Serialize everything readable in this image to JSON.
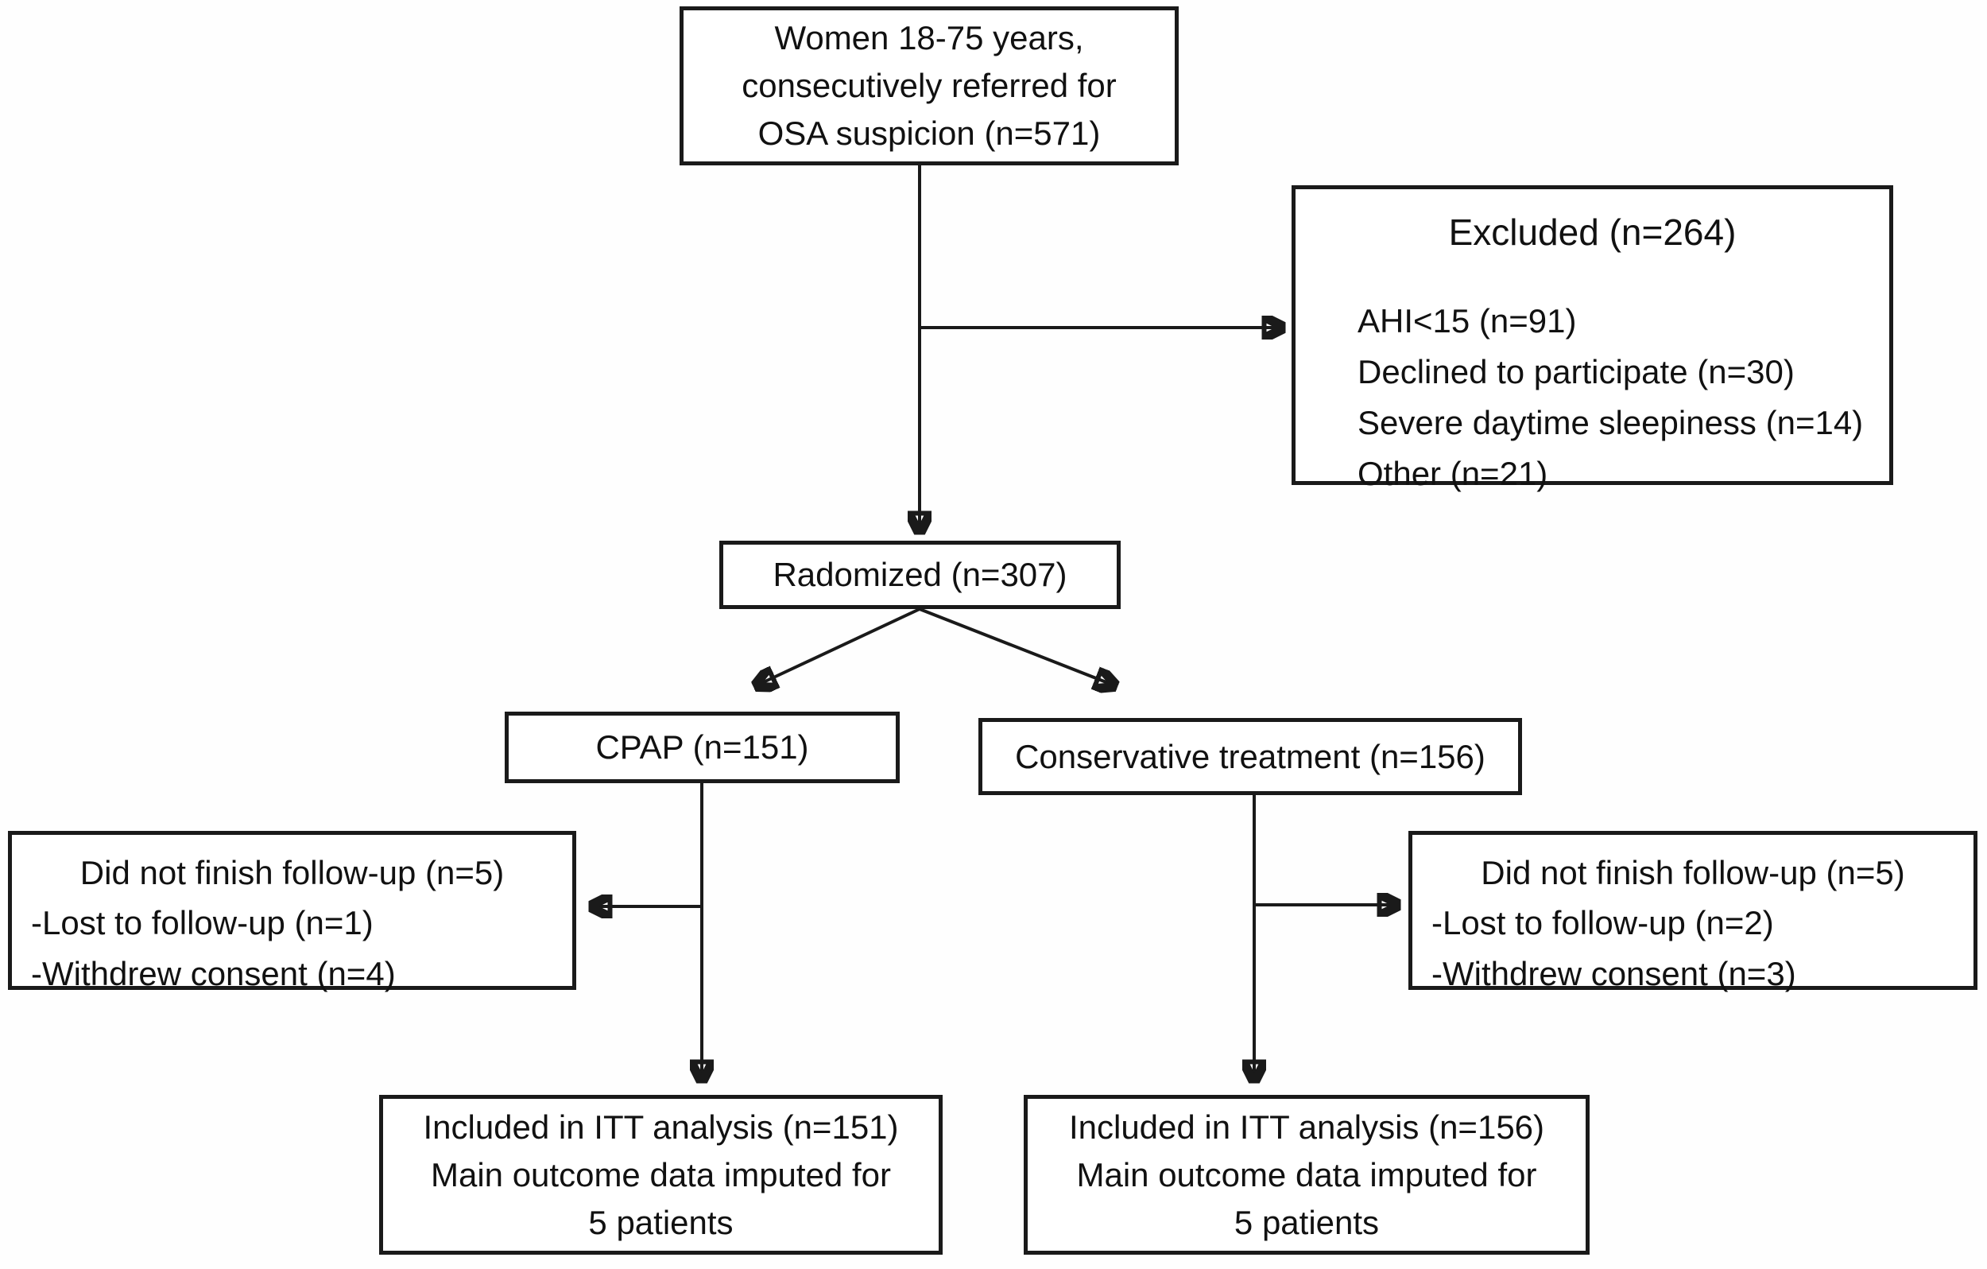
{
  "diagram": {
    "eligible": {
      "lines": [
        "Women 18-75 years,",
        "consecutively referred for",
        "OSA suspicion (n=571)"
      ]
    },
    "excluded": {
      "title": "Excluded (n=264)",
      "items": [
        "AHI<15 (n=91)",
        "Declined to participate (n=30)",
        "Severe daytime sleepiness (n=14)",
        "Other (n=21)"
      ]
    },
    "randomized": {
      "label": "Radomized (n=307)"
    },
    "cpap": {
      "label": "CPAP (n=151)"
    },
    "conservative": {
      "label": "Conservative treatment (n=156)"
    },
    "cpap_dropout": {
      "title": "Did not finish follow-up (n=5)",
      "items": [
        "-Lost to follow-up (n=1)",
        "-Withdrew consent (n=4)"
      ]
    },
    "conservative_dropout": {
      "title": "Did not finish follow-up (n=5)",
      "items": [
        "-Lost to follow-up (n=2)",
        "-Withdrew consent (n=3)"
      ]
    },
    "cpap_itt": {
      "lines": [
        "Included in ITT analysis (n=151)",
        "Main outcome data imputed for",
        "5 patients"
      ]
    },
    "conservative_itt": {
      "lines": [
        "Included in ITT analysis (n=156)",
        "Main outcome data imputed for",
        "5 patients"
      ]
    }
  },
  "colors": {
    "background": "#ffffff",
    "box_border": "#1a1a1a",
    "line": "#1a1a1a",
    "text": "#111111"
  }
}
